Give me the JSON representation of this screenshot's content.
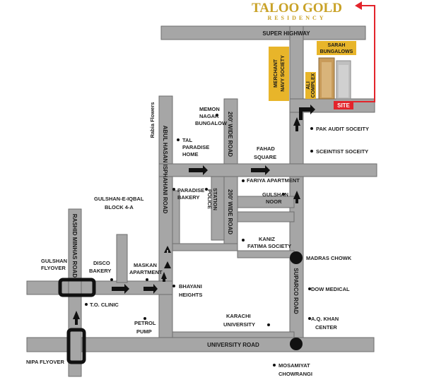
{
  "brand": {
    "title": "TALOO GOLD",
    "subtitle": "RESIDENCY"
  },
  "roads": {
    "super_highway": "SUPER HIGHWAY",
    "university_road": "UNIVERSITY ROAD",
    "abul_hasan": "ABUL HASAN ISPHAHANI ROAD",
    "rashid_minhas": "RASHID MINHAS ROAD",
    "wide_road_1": "200' WIDE ROAD",
    "wide_road_2": "200' WIDE ROAD",
    "suparco": "SUPARCO ROAD"
  },
  "boxes": {
    "merchant_line1": "MERCHANT",
    "merchant_line2": "NAVY SOCIETY",
    "sarah_line1": "SARAH",
    "sarah_line2": "BUNGALOWS",
    "ali_line1": "ALI",
    "ali_line2": "COMPLEX",
    "site": "SITE"
  },
  "labels": {
    "rabia": "Rabia Flowers",
    "memon1": "MEMON",
    "memon2": "NAGAR",
    "memon3": "BUNGALOW",
    "tal1": "TAL",
    "tal2": "PARADISE",
    "tal3": "HOME",
    "fahad1": "FAHAD",
    "fahad2": "SQUARE",
    "pak_audit": "PAK AUDIT SOCEITY",
    "scientist": "SCEINTIST SOCEITY",
    "fariya": "FARIYA APARTMENT",
    "gulshan_noor1": "GULSHAN",
    "gulshan_noor2": "NOOR",
    "paradise1": "PARADISE",
    "paradise2": "BAKERY",
    "police1": "POLICE",
    "police2": "STATION",
    "gulshan_iqbal1": "GULSHAN-E-IQBAL",
    "gulshan_iqbal2": "BLOCK 4-A",
    "kaniz1": "KANIZ",
    "kaniz2": "FATIMA SOCIETY",
    "madras": "MADRAS CHOWK",
    "gulshan_flyover1": "GULSHAN",
    "gulshan_flyover2": "FLYOVER",
    "disco1": "DISCO",
    "disco2": "BAKERY",
    "maskan1": "MASKAN",
    "maskan2": "APARTMENT",
    "bhayani1": "BHAYANI",
    "bhayani2": "HEIGHTS",
    "dow": "DOW MEDICAL",
    "to_clinic": "T.O. CLINIC",
    "petrol1": "PETROL",
    "petrol2": "PUMP",
    "karachi1": "KARACHI",
    "karachi2": "UNIVERSITY",
    "aq1": "A.Q. KHAN",
    "aq2": "CENTER",
    "nipa": "NIPA FLYOVER",
    "mosamiyat1": "MOSAMIYAT",
    "mosamiyat2": "CHOWRANGI"
  },
  "colors": {
    "road": "#a6a6a6",
    "road_edge": "#6e6e6e",
    "gold_box": "#e8b52a",
    "site_red": "#e3242b",
    "arrow_red": "#e3242b",
    "brand_gold": "#c9a227"
  }
}
